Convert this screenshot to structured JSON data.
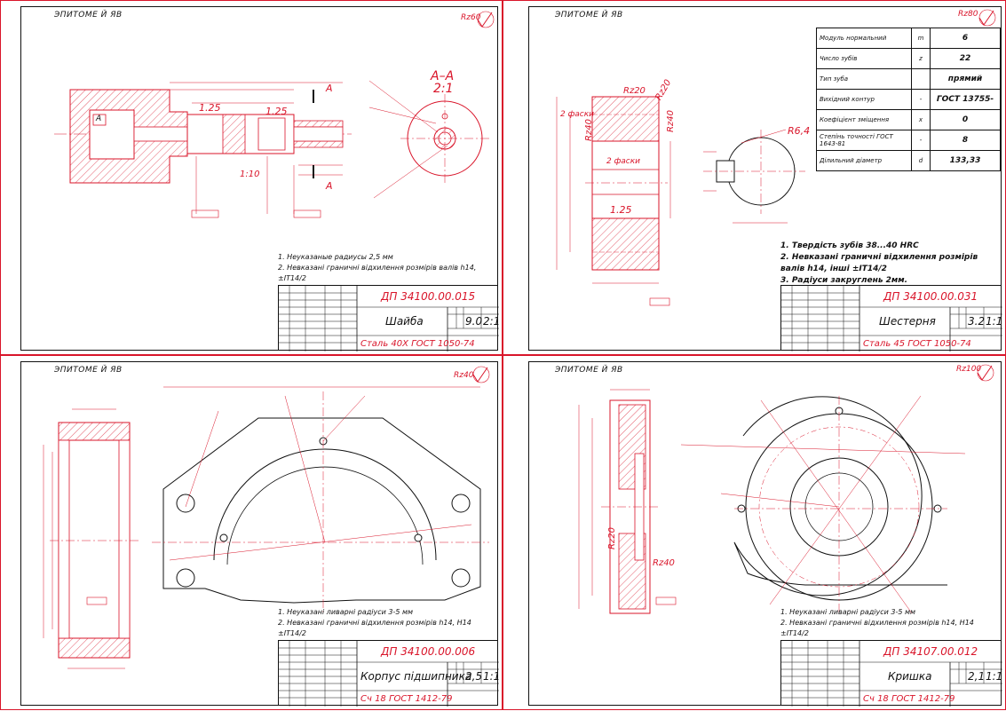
{
  "sheets": [
    {
      "id": "sleeve",
      "stamp": "ЭПИТОМЕ Й ЯВ",
      "roughness": "Rz60",
      "section_label": "А–А",
      "section_scale": "2:1",
      "section_marks": [
        "А",
        "А"
      ],
      "base_mark": "А",
      "dims": [
        "1.25",
        "1.25",
        "1:10"
      ],
      "notes": [
        "1. Неуказаные радиусы 2,5 мм",
        "2. Невказані граничні відхилення розмірів валів h14, ±IT14/2"
      ],
      "title_block": {
        "code": "ДП 34100.00.015",
        "name": "Шайба",
        "material": "Сталь 40Х ГОСТ 1050-74",
        "mass": "9.0",
        "scale": "2:1"
      }
    },
    {
      "id": "gear",
      "stamp": "ЭПИТОМЕ Й ЯВ",
      "roughness": "Rz80",
      "chamfer_labels": [
        "2 фаски",
        "2 фаски"
      ],
      "dims": [
        "Rz20",
        "Rz20",
        "Rz40",
        "Rz40",
        "1.25",
        "R6,4"
      ],
      "params": [
        {
          "name": "Модуль нормальний",
          "sym": "m",
          "val": "6"
        },
        {
          "name": "Число зубів",
          "sym": "z",
          "val": "22"
        },
        {
          "name": "Тип зуба",
          "sym": "",
          "val": "прямий"
        },
        {
          "name": "Вихідний контур",
          "sym": "-",
          "val": "ГОСТ 13755-"
        },
        {
          "name": "Коефіцієнт зміщення",
          "sym": "x",
          "val": "0"
        },
        {
          "name": "Степінь точності ГОСТ 1643-81",
          "sym": "-",
          "val": "8"
        },
        {
          "name": "Ділильний діаметр",
          "sym": "d",
          "val": "133,33"
        }
      ],
      "notes": [
        "1. Твердість зубів 38...40 HRC",
        "2. Невказані граничні відхилення розмірів валів h14, інші ±IT14/2",
        "3. Радіуси закруглень 2мм."
      ],
      "title_block": {
        "code": "ДП 34100.00.031",
        "name": "Шестерня",
        "material": "Сталь 45 ГОСТ 1050-74",
        "mass": "3.2",
        "scale": "1:1"
      }
    },
    {
      "id": "housing",
      "stamp": "ЭПИТОМЕ Й ЯВ",
      "roughness": "Rz40",
      "notes": [
        "1. Неуказані ливарні радіуси 3-5 мм",
        "2. Невказані граничні відхилення розмірів h14, H14",
        "±IT14/2"
      ],
      "title_block": {
        "code": "ДП 34100.00.006",
        "name": "Корпус підшипника",
        "material": "Сч 18 ГОСТ 1412-79",
        "mass": "2,5",
        "scale": "1:1"
      }
    },
    {
      "id": "cover",
      "stamp": "ЭПИТОМЕ Й ЯВ",
      "roughness": "Rz100",
      "dims": [
        "Rz20",
        "Rz40"
      ],
      "notes": [
        "1. Неуказані ливарні радіуси 3-5 мм",
        "2. Невказані граничні відхилення розмірів h14, H14",
        "±IT14/2"
      ],
      "title_block": {
        "code": "ДП 34107.00.012",
        "name": "Кришка",
        "material": "Сч 18 ГОСТ 1412-79",
        "mass": "2,1",
        "scale": "1:1"
      }
    }
  ]
}
